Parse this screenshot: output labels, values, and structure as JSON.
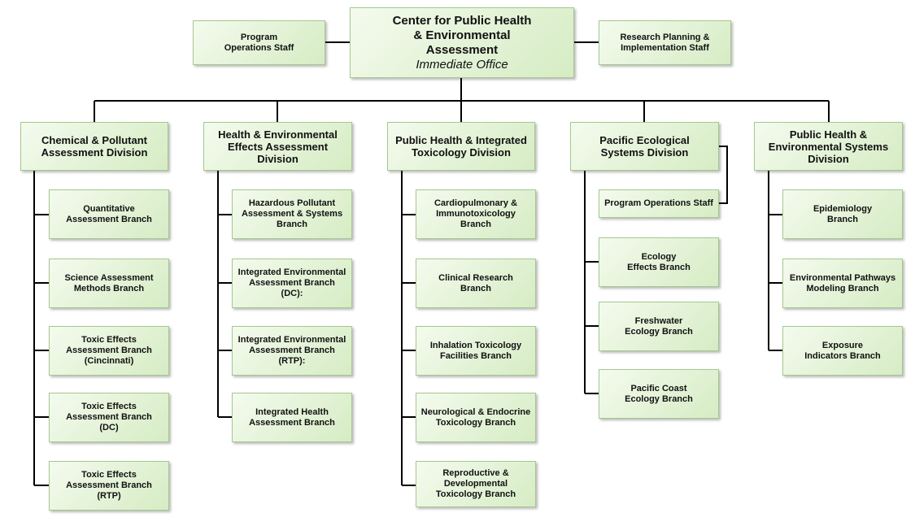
{
  "root": {
    "title": "Center for Public Health\n& Environmental\nAssessment",
    "subtitle": "Immediate Office"
  },
  "left_staff": "Program\nOperations Staff",
  "right_staff": "Research Planning &\nImplementation Staff",
  "divisions": [
    {
      "name": "Chemical & Pollutant\nAssessment Division",
      "branches": [
        "Quantitative\nAssessment Branch",
        "Science Assessment\nMethods Branch",
        "Toxic Effects\nAssessment Branch\n(Cincinnati)",
        "Toxic Effects\nAssessment Branch\n(DC)",
        "Toxic Effects\nAssessment Branch\n(RTP)"
      ]
    },
    {
      "name": "Health & Environmental\nEffects Assessment\nDivision",
      "branches": [
        "Hazardous Pollutant\nAssessment & Systems\nBranch",
        "Integrated Environmental\nAssessment Branch\n(DC):",
        "Integrated Environmental\nAssessment Branch\n(RTP):",
        "Integrated Health\nAssessment Branch"
      ]
    },
    {
      "name": "Public Health & Integrated\nToxicology Division",
      "branches": [
        "Cardiopulmonary &\nImmunotoxicology\nBranch",
        "Clinical Research\nBranch",
        "Inhalation Toxicology\nFacilities Branch",
        "Neurological & Endocrine\nToxicology Branch",
        "Reproductive &\nDevelopmental\nToxicology Branch"
      ]
    },
    {
      "name": "Pacific Ecological\nSystems Division",
      "staff": "Program Operations Staff",
      "branches": [
        "Ecology\nEffects Branch",
        "Freshwater\nEcology Branch",
        "Pacific Coast\nEcology Branch"
      ]
    },
    {
      "name": "Public Health &\nEnvironmental Systems\nDivision",
      "branches": [
        "Epidemiology\nBranch",
        "Environmental Pathways\nModeling Branch",
        "Exposure\nIndicators Branch"
      ]
    }
  ]
}
